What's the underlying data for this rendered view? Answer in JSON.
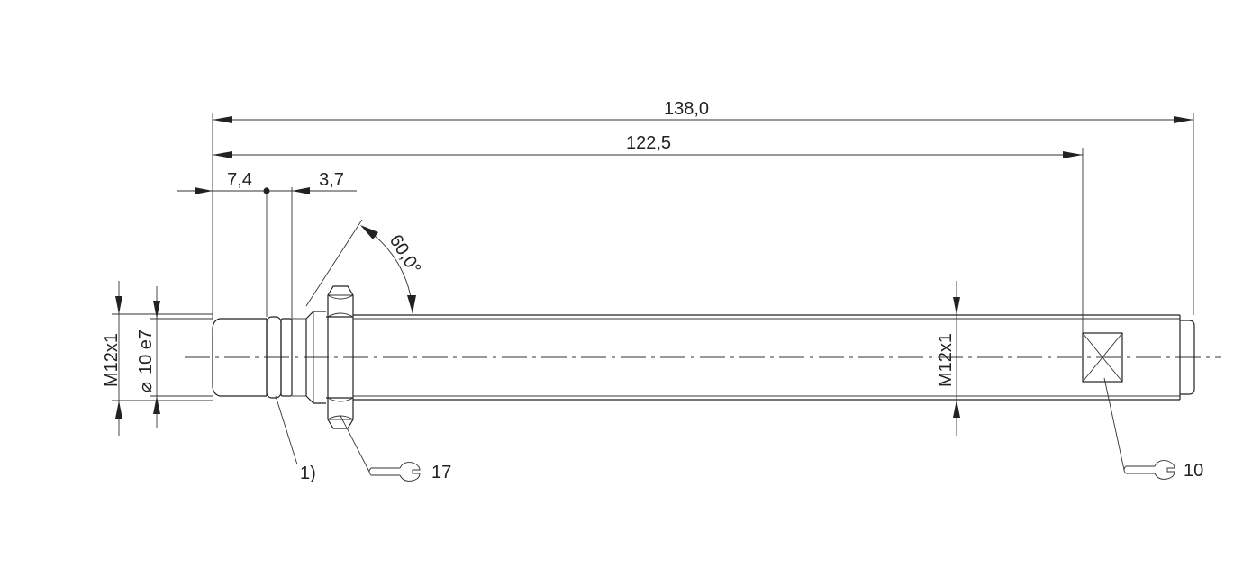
{
  "dimensions": {
    "overall_length": "138,0",
    "length_to_flats": "122,5",
    "front_segment": "7,4",
    "groove_width": "3,7",
    "chamfer_angle": "60,0°",
    "thread_left": "M12x1",
    "diameter_spec": "10 e7",
    "diameter_symbol": "⌀",
    "thread_right": "M12x1"
  },
  "callouts": {
    "note_ref": "1)",
    "wrench_size_nut": "17",
    "wrench_size_flats": "10"
  },
  "icons": [
    "wrench-icon",
    "wrench-icon"
  ]
}
